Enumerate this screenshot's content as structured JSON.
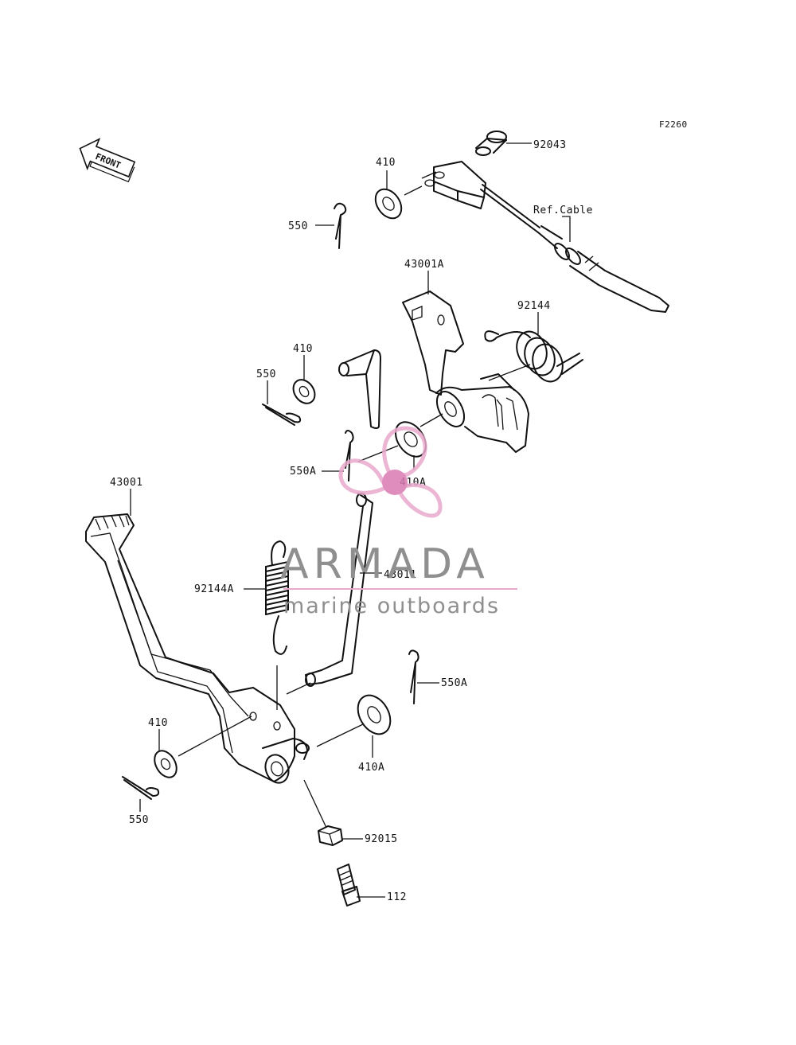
{
  "figure_code": "F2260",
  "front_arrow_label": "FRONT",
  "callouts": {
    "c_92043": "92043",
    "c_410_top": "410",
    "c_refcable": "Ref.Cable",
    "c_550_top": "550",
    "c_43001A": "43001A",
    "c_92144": "92144",
    "c_410_mid": "410",
    "c_550_mid": "550",
    "c_550A_mid": "550A",
    "c_410A_mid": "410A",
    "c_43001": "43001",
    "c_43011": "43011",
    "c_92144A": "92144A",
    "c_550A_right": "550A",
    "c_410_low": "410",
    "c_410A_low": "410A",
    "c_550_low": "550",
    "c_92015": "92015",
    "c_112": "112"
  },
  "watermark": {
    "brand": "ARMADA",
    "tagline": "marine outboards",
    "colors": {
      "pink": "#e8a9cc",
      "pink_center": "#d97ab2",
      "text": "#8f8f8f"
    }
  }
}
